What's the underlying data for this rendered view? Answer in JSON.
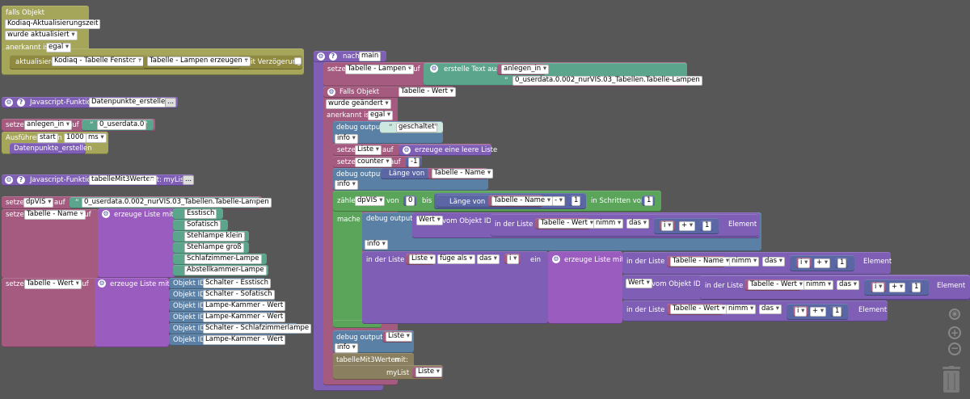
{
  "event_block": {
    "label": "falls Objekt",
    "object": "Kodiaq-Aktualisierungszeit",
    "condition": "wurde aktualisiert",
    "ack_label": "anerkannt ist",
    "ack_value": "egal",
    "update_label": "aktualisiere",
    "update_target": "Kodiaq - Tabelle Fenster",
    "with_label": "mit",
    "with_value": "Tabelle - Lampen erzeugen",
    "delay_label": "mit Verzögerung"
  },
  "func1": {
    "prefix": "Javascript-Funktion",
    "name": "Datenpunkte_erstellen",
    "more": "..."
  },
  "func1_body": {
    "set_label": "setze",
    "var": "anlegen_in",
    "to_label": "auf",
    "value": "0_userdata.0",
    "exec_label": "Ausführen",
    "start": "start",
    "in_label": "in",
    "ms_value": "1000",
    "unit": "ms",
    "call": "Datenpunkte_erstellen"
  },
  "func2": {
    "prefix": "Javascript-Funktion",
    "name": "tabelleMit3Werten",
    "params": "mit: myList",
    "more": "..."
  },
  "func2_body": {
    "set_label": "setze",
    "to_label": "auf",
    "var1": "dpVIS",
    "val1": "0_userdata.0.002_nurVIS.03_Tabellen.Tabelle-Lampen",
    "var2": "Tabelle - Name",
    "create_list": "erzeuge Liste mit",
    "names": [
      "Esstisch",
      "Sofatisch",
      "Stehlampe klein",
      "Stehlampe groß",
      "Schlafzimmer-Lampe",
      "Abstellkammer-Lampe"
    ],
    "var3": "Tabelle - Wert",
    "object_id_label": "Objekt ID",
    "ids": [
      "Schalter - Esstisch",
      "Schalter - Sofatisch",
      "Lampe-Kammer - Wert",
      "Lampe-Kammer - Wert",
      "Schalter - Schlafzimmerlampe",
      "Lampe-Kammer - Wert"
    ]
  },
  "main_block": {
    "after_label": "nach",
    "after_value": "main",
    "set_label": "setze",
    "var": "Tabelle - Lampen",
    "to_label": "auf",
    "create_text": "erstelle Text aus",
    "text_var": "anlegen_in",
    "text_str": "0_userdata.0.002_nurVIS.03_Tabellen.Tabelle-Lampen",
    "if_obj": "Falls Objekt",
    "if_obj_var": "Tabelle - Wert",
    "changed": "wurde geändert",
    "ack_label": "anerkannt ist",
    "ack_value": "egal",
    "debug": "debug output",
    "info": "info",
    "switched": "geschaltet",
    "list_var": "Liste",
    "empty_list": "erzeuge eine leere Liste",
    "counter": "counter",
    "counter_val": "-1",
    "length_of": "Länge von",
    "name_var": "Tabelle - Name",
    "count": "zähle",
    "count_var": "dpVIS",
    "from": "von",
    "from_val": "0",
    "to": "bis",
    "minus": "-",
    "one": "1",
    "steps": "in Schritten von",
    "do": "mache",
    "value_label": "Wert",
    "from_obj": "vom Objekt ID",
    "in_list": "in der Liste",
    "value_var": "Tabelle - Wert",
    "take": "nimm",
    "the": "das",
    "i": "i",
    "plus": "+",
    "element": "Element",
    "insert_as": "füge als",
    "one_word": "ein",
    "call_name": "tabelleMit3Werten",
    "call_with": "mit:",
    "mylist": "myList",
    "mylist_val": "Liste"
  }
}
